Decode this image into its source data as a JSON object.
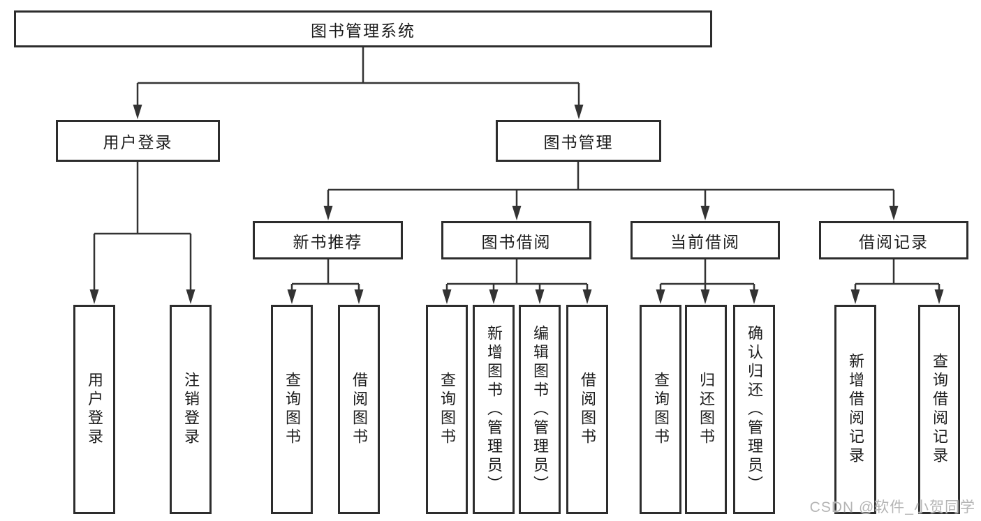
{
  "diagram": {
    "title": "图书管理系统",
    "level2": [
      {
        "label": "用户登录"
      },
      {
        "label": "图书管理"
      }
    ],
    "level3": [
      {
        "label": "新书推荐",
        "parent": "图书管理"
      },
      {
        "label": "图书借阅",
        "parent": "图书管理"
      },
      {
        "label": "当前借阅",
        "parent": "图书管理"
      },
      {
        "label": "借阅记录",
        "parent": "图书管理"
      }
    ],
    "leaves": [
      {
        "label": "用户登录",
        "parent": "用户登录"
      },
      {
        "label": "注销登录",
        "parent": "用户登录"
      },
      {
        "label": "查询图书",
        "parent": "新书推荐"
      },
      {
        "label": "借阅图书",
        "parent": "新书推荐"
      },
      {
        "label": "查询图书",
        "parent": "图书借阅"
      },
      {
        "label": "新增图书（管理员）",
        "parent": "图书借阅"
      },
      {
        "label": "编辑图书（管理员）",
        "parent": "图书借阅"
      },
      {
        "label": "借阅图书",
        "parent": "图书借阅"
      },
      {
        "label": "查询图书",
        "parent": "当前借阅"
      },
      {
        "label": "归还图书",
        "parent": "当前借阅"
      },
      {
        "label": "确认归还（管理员）",
        "parent": "当前借阅"
      },
      {
        "label": "新增借阅记录",
        "parent": "借阅记录"
      },
      {
        "label": "查询借阅记录",
        "parent": "借阅记录"
      }
    ]
  },
  "watermark": "CSDN @软件_小贺同学",
  "colors": {
    "line": "#333333",
    "box_border": "#2d2d2d",
    "box_fill": "#ffffff",
    "text": "#1c1c1c",
    "watermark": "#b5b5b5"
  }
}
